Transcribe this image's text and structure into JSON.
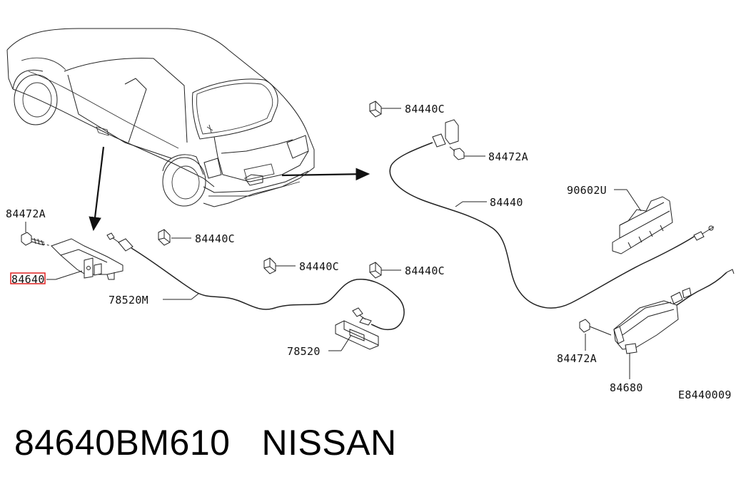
{
  "diagram": {
    "code": "E8440009",
    "callouts": {
      "c1": "84472A",
      "c2": "84640",
      "c3": "84440C",
      "c4": "78520M",
      "c5": "84440C",
      "c6": "84440C",
      "c7": "78520",
      "c8": "84440C",
      "c9": "84472A",
      "c10": "84440",
      "c11": "90602U",
      "c12": "84472A",
      "c13": "84680"
    },
    "highlight_color": "#e02020"
  },
  "footer": {
    "part_number": "84640BM610",
    "brand": "NISSAN"
  }
}
